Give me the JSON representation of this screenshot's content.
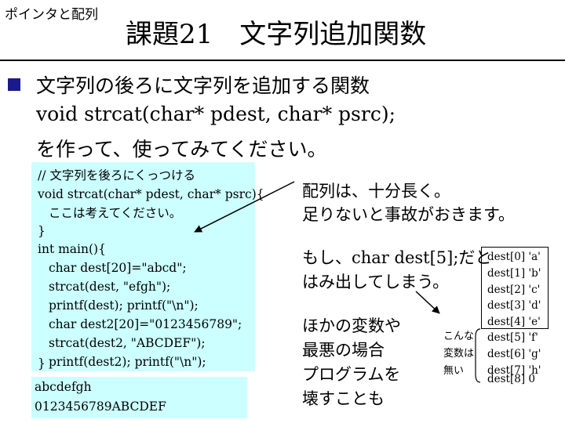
{
  "corner_label": "ポインタと配列",
  "title": "課題21　文字列追加関数",
  "task": {
    "line1": "文字列の後ろに文字列を追加する関数",
    "line2": "void strcat(char* pdest, char* psrc);",
    "line3": "を作って、使ってみてください。"
  },
  "code_lines": [
    "// 文字列を後ろにくっつける",
    "void strcat(char* pdest, char* psrc){",
    "ここは考えてください。",
    "}",
    "int main(){",
    "char dest[20]=\"abcd\";",
    "strcat(dest, \"efgh\");",
    "printf(dest); printf(\"\\n\");",
    "char dest2[20]=\"0123456789\";",
    "strcat(dest2, \"ABCDEF\");",
    "printf(dest2); printf(\"\\n\");",
    "}"
  ],
  "output_lines": [
    "abcdefgh",
    "0123456789ABCDEF"
  ],
  "notes": {
    "array_size_1": "配列は、十分長く。",
    "array_size_2": "足りないと事故がおきます。",
    "overflow_1": "もし、char dest[5];だと",
    "overflow_2": "はみ出してしまう。",
    "other_vars_1": "ほかの変数や",
    "other_vars_2": "最悪の場合",
    "other_vars_3": "プログラムを",
    "other_vars_4": "壊すことも"
  },
  "side_note": [
    "こんな",
    "変数は",
    "無い"
  ],
  "memory_cells": [
    "dest[0] 'a'",
    "dest[1] 'b'",
    "dest[2] 'c'",
    "dest[3] 'd'",
    "dest[4] 'e'",
    "dest[5] 'f'",
    "dest[6] 'g'",
    "dest[7] 'h'",
    "dest[8] 0"
  ],
  "colors": {
    "panel_bg": "#ccffff",
    "bullet": "#1a1a8c"
  }
}
